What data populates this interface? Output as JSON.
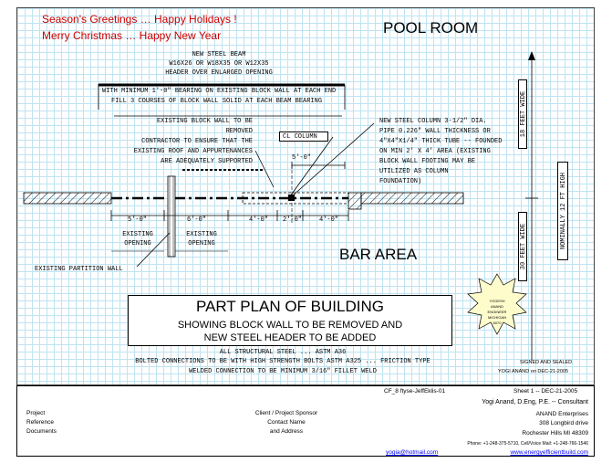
{
  "greeting_line_1": "Season's Greetings … Happy Holidays !",
  "greeting_line_2": "Merry Christmas … Happy New Year",
  "room_top": "POOL ROOM",
  "room_bottom": "BAR AREA",
  "beam_note": [
    "NEW STEEL BEAM",
    "W16X26 OR W18X35 OR W12X35",
    "HEADER OVER ENLARGED OPENING"
  ],
  "bearing_note": [
    "WITH MINIMUM 1'-0\" BEARING ON EXISTING BLOCK WALL AT EACH END",
    "FILL 3 COURSES OF BLOCK WALL SOLID AT EACH BEAM BEARING"
  ],
  "wall_removed_note": [
    "EXISTING BLOCK WALL TO BE",
    "REMOVED",
    "CONTRACTOR TO ENSURE THAT THE",
    "EXISTING ROOF AND APPURTENANCES",
    "ARE ADEQUATELY SUPPORTED"
  ],
  "cl_column": "CL COLUMN",
  "column_note": [
    "NEW STEEL COLUMN 3-1/2\" DIA.",
    "PIPE 0.226\" WALL THICKNESS OR",
    "4\"X4\"X1/4\" THICK TUBE -- FOUNDED",
    "ON MIN 2' X 4' AREA (EXISTING",
    "BLOCK WALL FOOTING MAY BE",
    "UTILIZED AS COLUMN",
    "FOUNDATION)"
  ],
  "dim_top": "5'-0\"",
  "dims_bottom": [
    "5'-0\"",
    "6'-0\"",
    "4'-0\"",
    "2'-0\"",
    "4'-0\""
  ],
  "opening_labels": [
    "EXISTING\nOPENING",
    "EXISTING\nOPENING"
  ],
  "partition_label": "EXISTING PARTITION WALL",
  "vertical_labels": {
    "top": "18 FEET WIDE",
    "bottom": "30 FEET WIDE",
    "height": "NOMINALLY 12 FT HIGH"
  },
  "plan_title": "PART PLAN OF BUILDING",
  "plan_subtitle_1": "SHOWING BLOCK WALL TO BE REMOVED AND",
  "plan_subtitle_2": "NEW STEEL HEADER TO BE ADDED",
  "steel_notes": [
    "ALL STRUCTURAL STEEL ... ASTM A36",
    "BOLTED CONNECTIONS TO BE WITH HIGH STRENGTH BOLTS ASTM A325 ... FRICTION TYPE",
    "WELDED CONNECTION TO BE MINIMUM 3/16\" FILLET WELD"
  ],
  "seal_text": [
    "YOGESH",
    "ANAND",
    "ENGINEER",
    "MICHIGAN",
    "6070"
  ],
  "signed": [
    "SIGNED AND SEALED",
    "YOGI ANAND on DEC-21-2005"
  ],
  "title_block": {
    "project_ref_label": [
      "Project",
      "Reference",
      "Documents"
    ],
    "client_label": [
      "Client / Project Sponsor",
      "Contact Name",
      "and Address"
    ],
    "file_ref": "CF_8 ftyse-JeffEklis-01",
    "sheet": "Sheet 1 -- DEC-21-2005",
    "engineer": "Yogi Anand, D.Eng, P.E. -- Consultant",
    "company": "ANAND Enterprises",
    "street": "308 Longbird drive",
    "city": "Rochester Hills MI 48309",
    "phone": "Phone: +1-248-375-5710, Cell/Voice Mail: +1-248-766-1546",
    "email": "yogia@hotmail.com",
    "website": "www.energyefficientbuild.com"
  },
  "colors": {
    "greeting_1": "#cc0000",
    "greeting_2": "#cc0000",
    "grid": "#bfe3f2",
    "link": "#0000ff"
  }
}
